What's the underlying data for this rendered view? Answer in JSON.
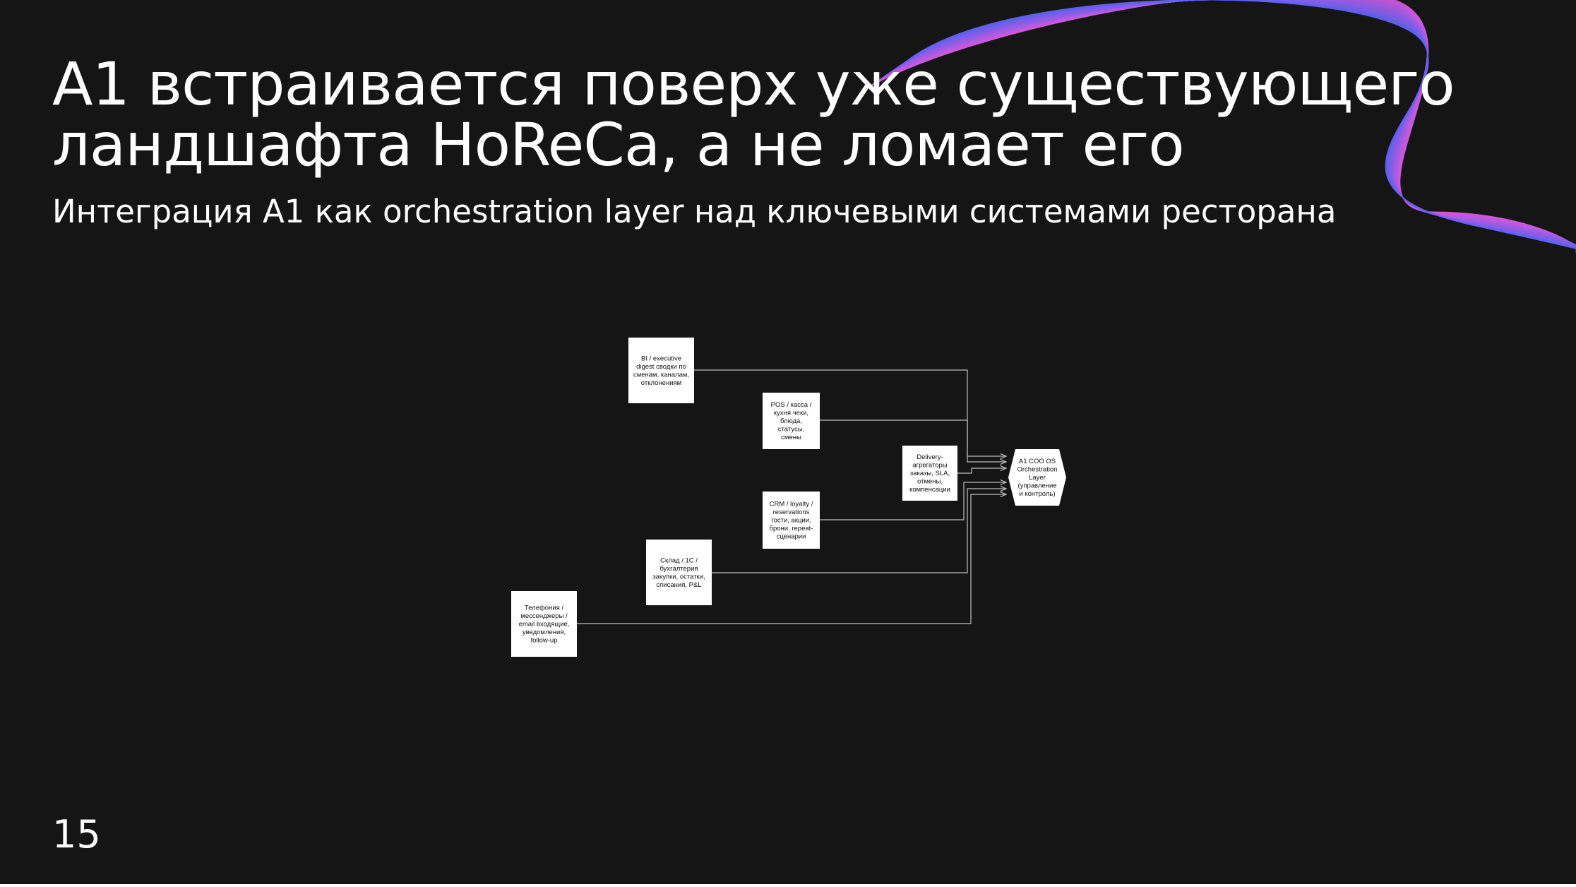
{
  "slide": {
    "title_line1": "A1 встраивается поверх уже существующего",
    "title_line2": "ландшафта HoReCa, а не ломает его",
    "subtitle": "Интеграция A1 как orchestration layer над ключевыми системами ресторана",
    "page_number": "15"
  },
  "diagram": {
    "sources": [
      {
        "id": "bi",
        "lines": [
          "BI / executive",
          "digest сводки по",
          "сменам, каналам,",
          "отклонениям"
        ]
      },
      {
        "id": "pos",
        "lines": [
          "POS / касса /",
          "кухня чеки,",
          "блюда,",
          "статусы,",
          "смены"
        ]
      },
      {
        "id": "delivery",
        "lines": [
          "Delivery-",
          "агрегаторы",
          "заказы, SLA,",
          "отмены,",
          "компенсации"
        ]
      },
      {
        "id": "crm",
        "lines": [
          "CRM / loyalty /",
          "reservations",
          "гости, акции,",
          "брони, repeat-",
          "сценарии"
        ]
      },
      {
        "id": "warehouse",
        "lines": [
          "Склад / 1С /",
          "бухгалтерия",
          "закупки, остатки,",
          "списания, P&L"
        ]
      },
      {
        "id": "telephony",
        "lines": [
          "Телефония /",
          "мессенджеры /",
          "email входящие,",
          "уведомления,",
          "follow-up"
        ]
      }
    ],
    "target": {
      "id": "a1",
      "lines": [
        "A1 COO OS",
        "Orchestration",
        "Layer",
        "(управление",
        "и контроль)"
      ]
    }
  },
  "colors": {
    "background": "#151515",
    "box": "#ffffff",
    "connector": "#bdbdbd",
    "wave_pink": "#d85ae0",
    "wave_blue": "#5b63f0"
  }
}
